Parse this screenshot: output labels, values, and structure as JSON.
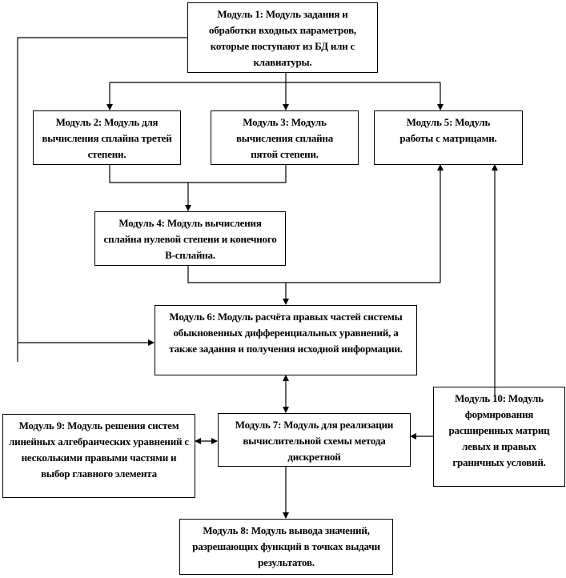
{
  "modules": {
    "m1": "Модуль 1: Модуль задания и обработки входных параметров, которые поступают из БД или с клавиатуры.",
    "m2": "Модуль 2: Модуль для вычисления сплайна третей степени.",
    "m3": "Модуль 3: Модуль вычисления сплайна пятой степени.",
    "m4": "Модуль 4: Модуль вычисления сплайна нулевой степени и конечного B-сплайна.",
    "m5": "Модуль 5: Модуль работы с матрицами.",
    "m6": "Модуль 6: Модуль расчёта правых частей системы обыкновенных дифференциальных уравнений, а также задания и получения исходной информации.",
    "m7": "Модуль 7: Модуль для реализации вычислительной схемы метода дискретной",
    "m8": "Модуль 8: Модуль вывода значений, разрешающих функций в точках выдачи результатов.",
    "m9": "Модуль 9: Модуль решения систем линейных алгебраических уравнений с несколькими правыми частями и выбор главного элемента",
    "m10": "Модуль 10: Модуль формирования расширенных матриц левых и правых граничных условий."
  }
}
